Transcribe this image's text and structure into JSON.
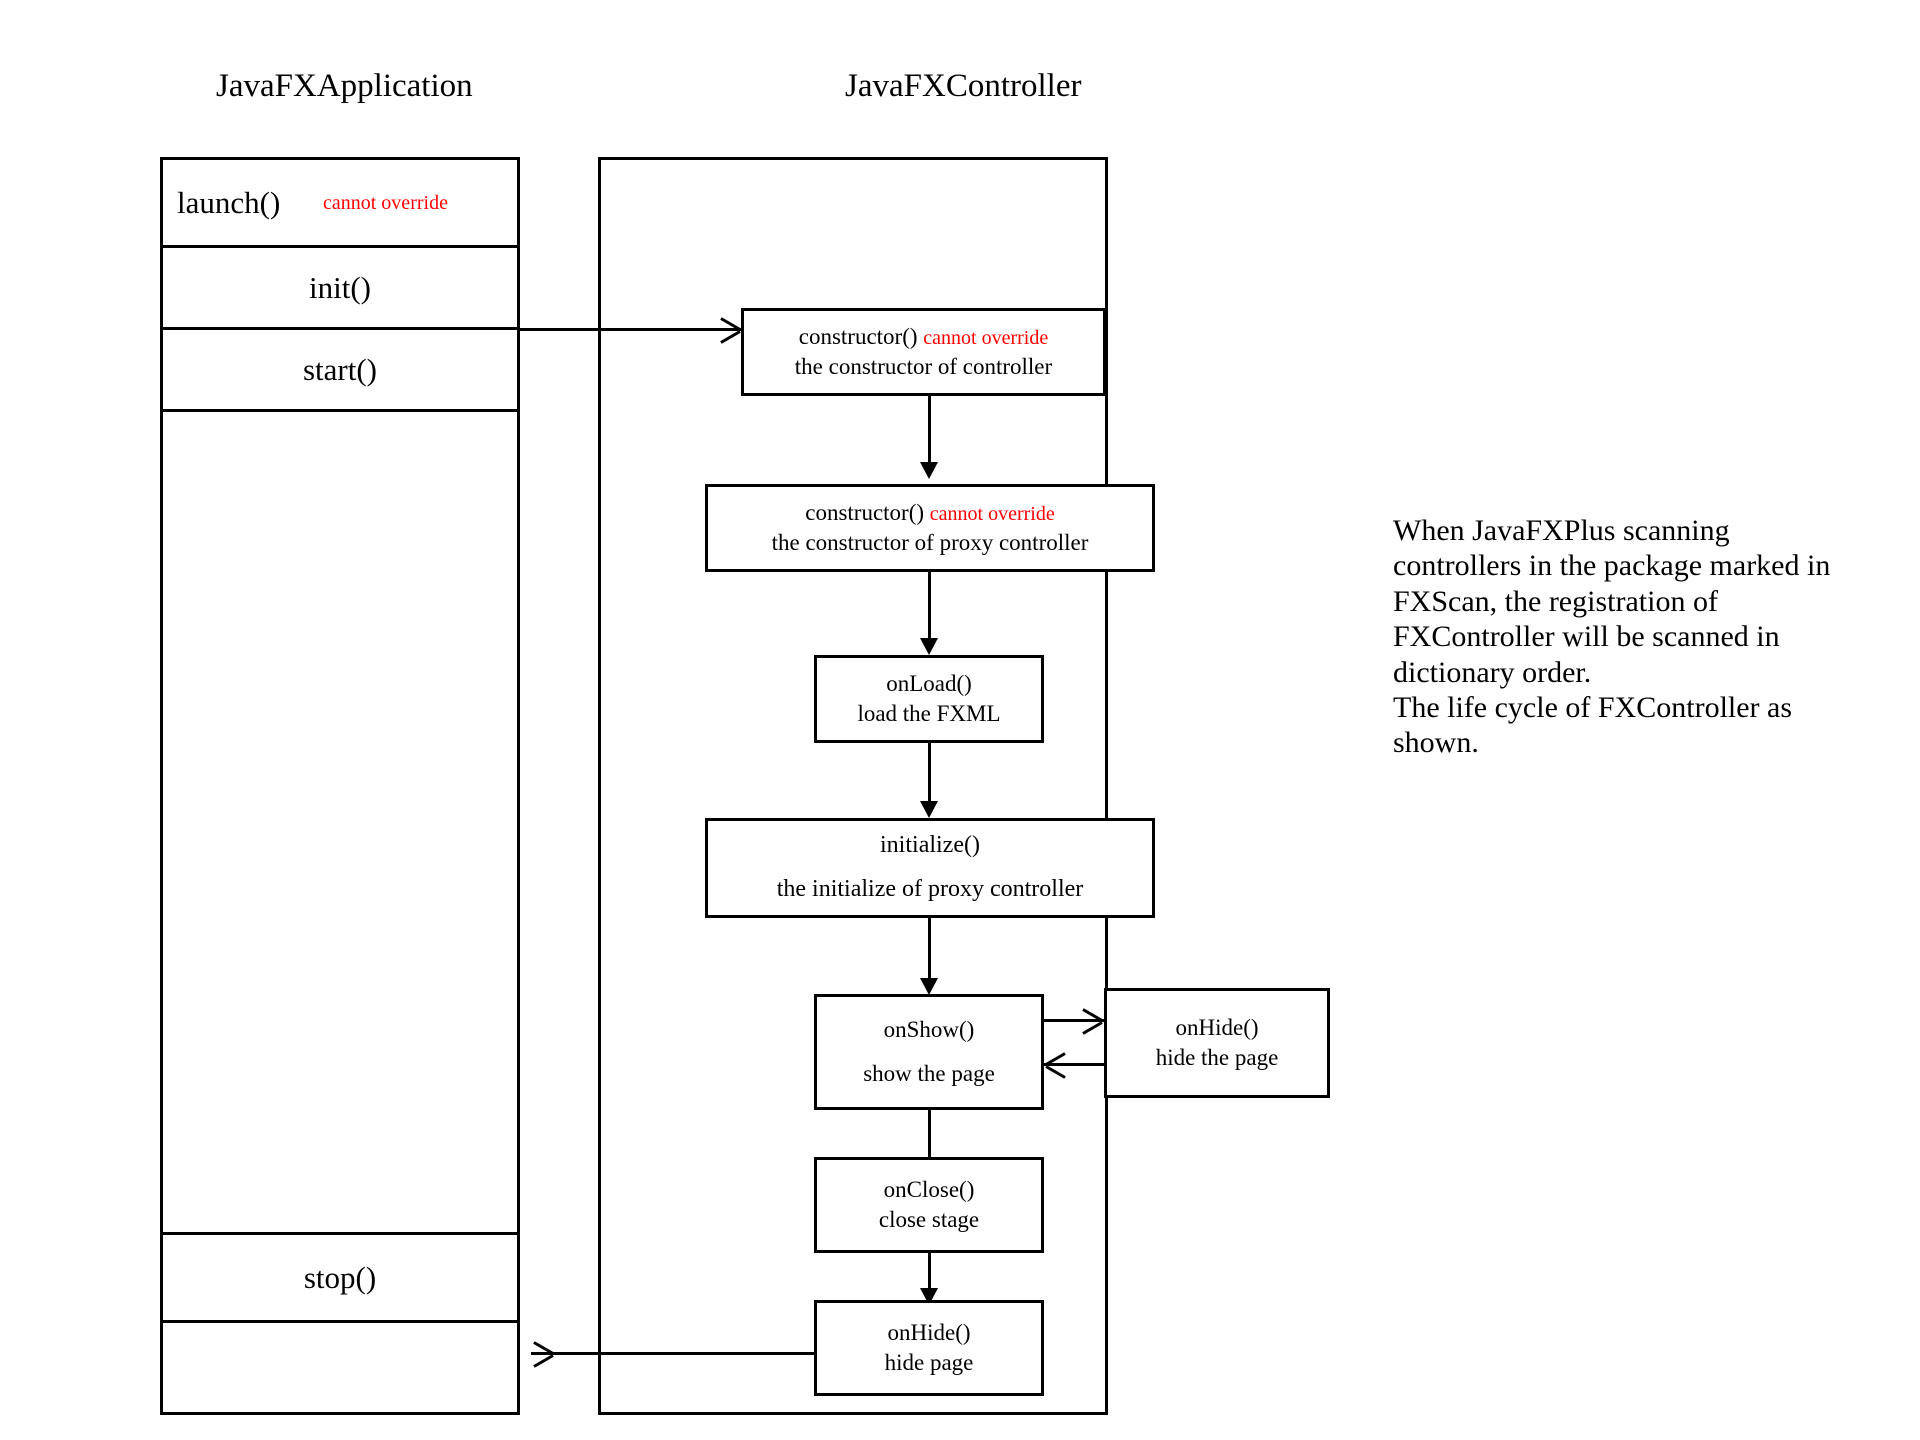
{
  "titles": {
    "application": "JavaFXApplication",
    "controller": "JavaFXController"
  },
  "application_panel": {
    "rows": [
      {
        "label": "launch()",
        "annotation": "cannot override",
        "align": "left"
      },
      {
        "label": "init()",
        "annotation": "",
        "align": "center"
      },
      {
        "label": "start()",
        "annotation": "",
        "align": "center"
      },
      {
        "label": "",
        "annotation": "",
        "align": "center"
      },
      {
        "label": "stop()",
        "annotation": "",
        "align": "center"
      },
      {
        "label": "",
        "annotation": "",
        "align": "center"
      }
    ]
  },
  "controller_panel": {
    "boxes": [
      {
        "id": "constructor-controller",
        "line1": "constructor()",
        "line1_note": "cannot override",
        "line2": "the constructor of controller"
      },
      {
        "id": "constructor-proxy-controller",
        "line1": "constructor()",
        "line1_note": "cannot override",
        "line2": "the constructor of proxy controller"
      },
      {
        "id": "on-load",
        "line1": "onLoad()",
        "line1_note": "",
        "line2": "load the FXML"
      },
      {
        "id": "initialize",
        "line1": "initialize()",
        "line1_note": "",
        "line2": "the initialize of proxy controller"
      },
      {
        "id": "on-show",
        "line1": "onShow()",
        "line1_note": "",
        "line2": "show the page"
      },
      {
        "id": "on-hide-side",
        "line1": "onHide()",
        "line1_note": "",
        "line2": "hide the page"
      },
      {
        "id": "on-close",
        "line1": "onClose()",
        "line1_note": "",
        "line2": "close stage"
      },
      {
        "id": "on-hide-bottom",
        "line1": "onHide()",
        "line1_note": "",
        "line2": "hide page"
      }
    ]
  },
  "sidenote": {
    "text": "When JavaFXPlus scanning controllers in the package marked in FXScan, the registration of FXController will be scanned in dictionary order.\nThe life cycle of FXController as shown."
  },
  "colors": {
    "stroke": "#000000",
    "annotation_red": "#ff0000",
    "background": "#ffffff"
  }
}
